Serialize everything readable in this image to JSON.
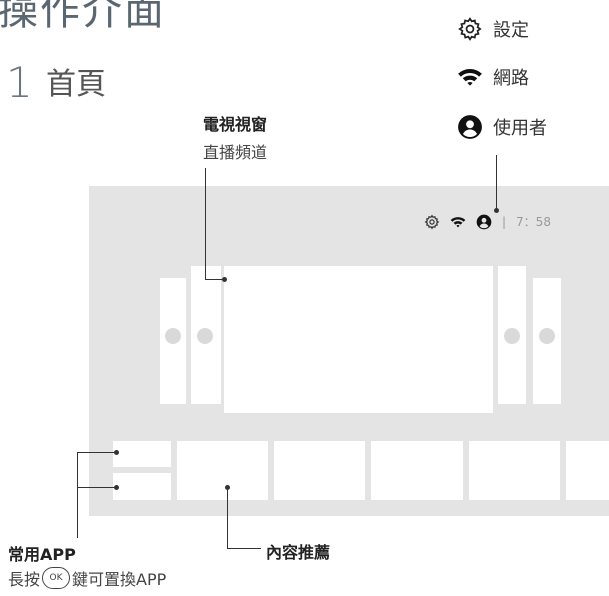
{
  "page": {
    "heading": "操作介面",
    "section_number": "1",
    "section_title": "首頁"
  },
  "legend": {
    "settings_label": "設定",
    "network_label": "網路",
    "user_label": "使用者"
  },
  "callouts": {
    "tv_window_title": "電視視窗",
    "tv_window_desc": "直播頻道",
    "frequent_apps_title": "常用APP",
    "frequent_apps_desc_before": "長按",
    "ok_key": "OK",
    "frequent_apps_desc_after": "鍵可置換APP",
    "recommended_title": "內容推薦"
  },
  "status_bar": {
    "time": "7：58",
    "separator": "|"
  },
  "icons": {
    "settings": "gear-icon",
    "network": "wifi-icon",
    "user": "user-icon"
  },
  "colors": {
    "screen_background": "#e4e4e4",
    "tile": "#ffffff",
    "circle": "#d9d9d9"
  }
}
